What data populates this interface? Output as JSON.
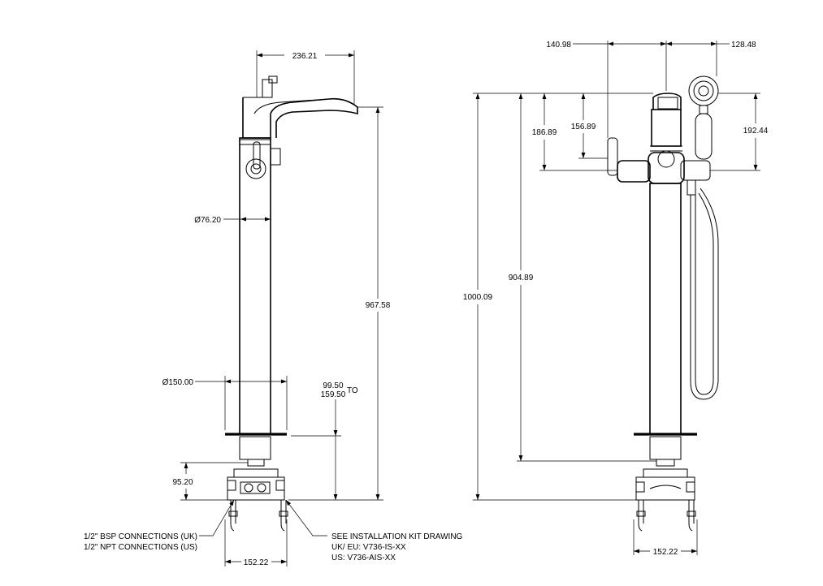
{
  "dimensions": {
    "left_spout_reach": "236.21",
    "left_body_diameter": "Ø76.20",
    "left_base_diameter": "Ø150.00",
    "left_height_967": "967.58",
    "left_range_low": "99.50",
    "left_range_high": "159.50",
    "left_range_to": "TO",
    "left_base_height": "95.20",
    "left_feet_width": "152.22",
    "right_handle_offset": "140.98",
    "right_handset_offset": "128.48",
    "right_height_total": "1000.09",
    "right_height_904": "904.89",
    "right_handle_drop_186": "186.89",
    "right_handle_drop_156": "156.89",
    "right_handset_drop": "192.44",
    "right_feet_width": "152.22"
  },
  "notes": {
    "bsp_uk": "1/2\" BSP CONNECTIONS (UK)",
    "npt_us": "1/2\" NPT CONNECTIONS (US)",
    "kit_line1": "SEE INSTALLATION KIT DRAWING",
    "kit_line2": "UK/ EU: V736-IS-XX",
    "kit_line3": "US: V736-AIS-XX"
  }
}
